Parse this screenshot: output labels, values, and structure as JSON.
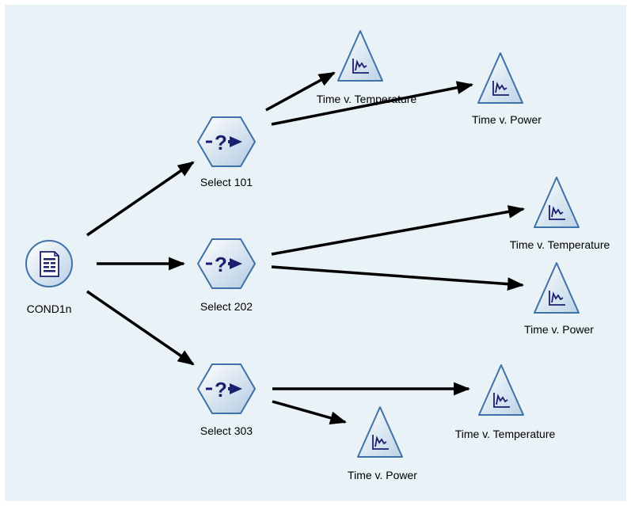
{
  "stream": {
    "nodes": {
      "source": {
        "label": "COND1n",
        "type": "var-file-source",
        "icon": "document-icon"
      },
      "select1": {
        "label": "Select 101",
        "type": "select",
        "icon": "select-question-arrow-icon"
      },
      "select2": {
        "label": "Select 202",
        "type": "select",
        "icon": "select-question-arrow-icon"
      },
      "select3": {
        "label": "Select 303",
        "type": "select",
        "icon": "select-question-arrow-icon"
      },
      "plot1a": {
        "label": "Time v. Temperature",
        "type": "plot",
        "icon": "plot-chart-icon"
      },
      "plot1b": {
        "label": "Time v. Power",
        "type": "plot",
        "icon": "plot-chart-icon"
      },
      "plot2a": {
        "label": "Time v. Temperature",
        "type": "plot",
        "icon": "plot-chart-icon"
      },
      "plot2b": {
        "label": "Time v. Power",
        "type": "plot",
        "icon": "plot-chart-icon"
      },
      "plot3a": {
        "label": "Time v. Temperature",
        "type": "plot",
        "icon": "plot-chart-icon"
      },
      "plot3b": {
        "label": "Time v. Power",
        "type": "plot",
        "icon": "plot-chart-icon"
      }
    },
    "connections": [
      {
        "from": "COND1n",
        "to": "Select 101"
      },
      {
        "from": "COND1n",
        "to": "Select 202"
      },
      {
        "from": "COND1n",
        "to": "Select 303"
      },
      {
        "from": "Select 101",
        "to": "Time v. Temperature"
      },
      {
        "from": "Select 101",
        "to": "Time v. Power"
      },
      {
        "from": "Select 202",
        "to": "Time v. Temperature"
      },
      {
        "from": "Select 202",
        "to": "Time v. Power"
      },
      {
        "from": "Select 303",
        "to": "Time v. Temperature"
      },
      {
        "from": "Select 303",
        "to": "Time v. Power"
      }
    ]
  },
  "colors": {
    "canvas_bg": "#e9f2f6",
    "node_fill_light": "#ffffff",
    "node_fill_dark": "#bcd3e6",
    "node_border": "#3f72a8",
    "glyph": "#1a1f6e",
    "edge": "#000000"
  }
}
